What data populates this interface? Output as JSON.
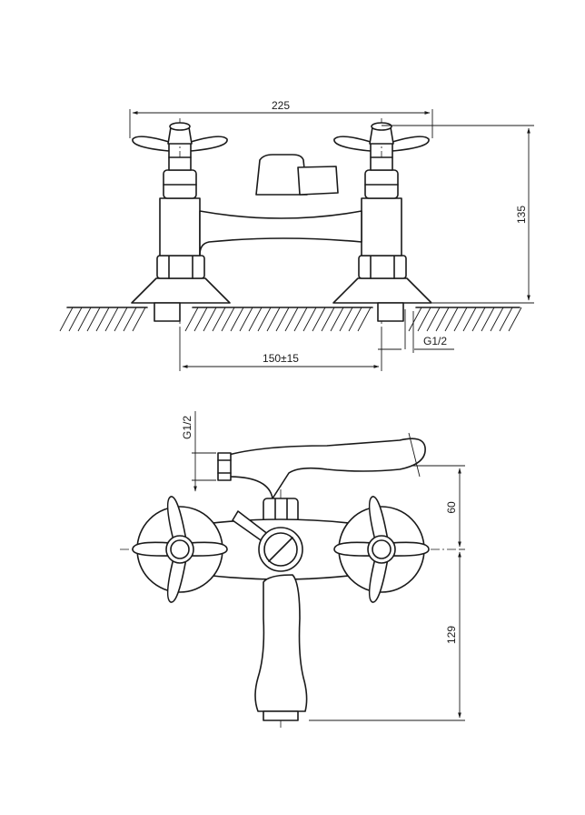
{
  "front_view": {
    "width_label": "225",
    "height_label": "135",
    "spacing_label": "150±15",
    "thread_label": "G1/2"
  },
  "top_view": {
    "thread_label": "G1/2",
    "upper_label": "60",
    "lower_label": "129"
  },
  "colors": {
    "line": "#1a1a1a",
    "background": "#ffffff"
  }
}
